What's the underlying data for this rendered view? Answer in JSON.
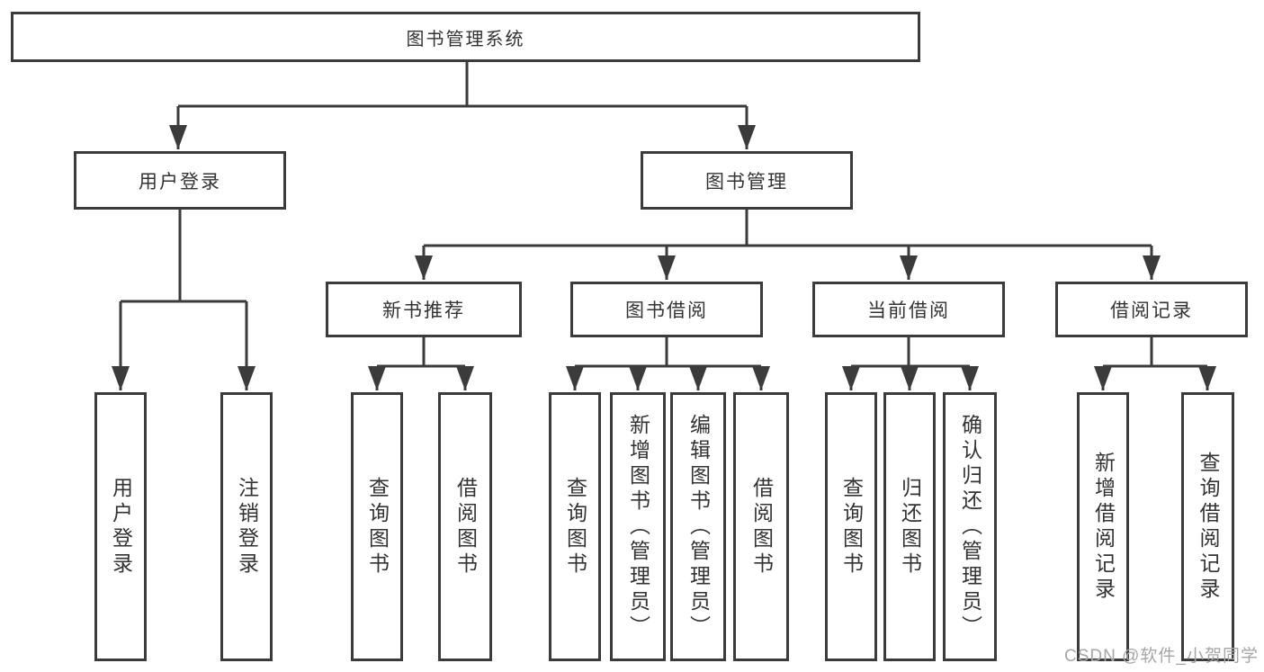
{
  "tree": {
    "root": "图书管理系统",
    "branches": [
      {
        "label": "用户登录",
        "children": [
          "用户登录",
          "注销登录"
        ]
      },
      {
        "label": "图书管理",
        "sections": [
          {
            "label": "新书推荐",
            "children": [
              "查询图书",
              "借阅图书"
            ]
          },
          {
            "label": "图书借阅",
            "children": [
              "查询图书",
              "新增图书（管理员）",
              "编辑图书（管理员）",
              "借阅图书"
            ]
          },
          {
            "label": "当前借阅",
            "children": [
              "查询图书",
              "归还图书",
              "确认归还（管理员）"
            ]
          },
          {
            "label": "借阅记录",
            "children": [
              "新增借阅记录",
              "查询借阅记录"
            ]
          }
        ]
      }
    ]
  },
  "watermark": "CSDN @软件_小贺同学",
  "colors": {
    "line": "#3b3b3b",
    "text": "#333333",
    "background": "#ffffff",
    "watermark": "#a6a6a6"
  }
}
